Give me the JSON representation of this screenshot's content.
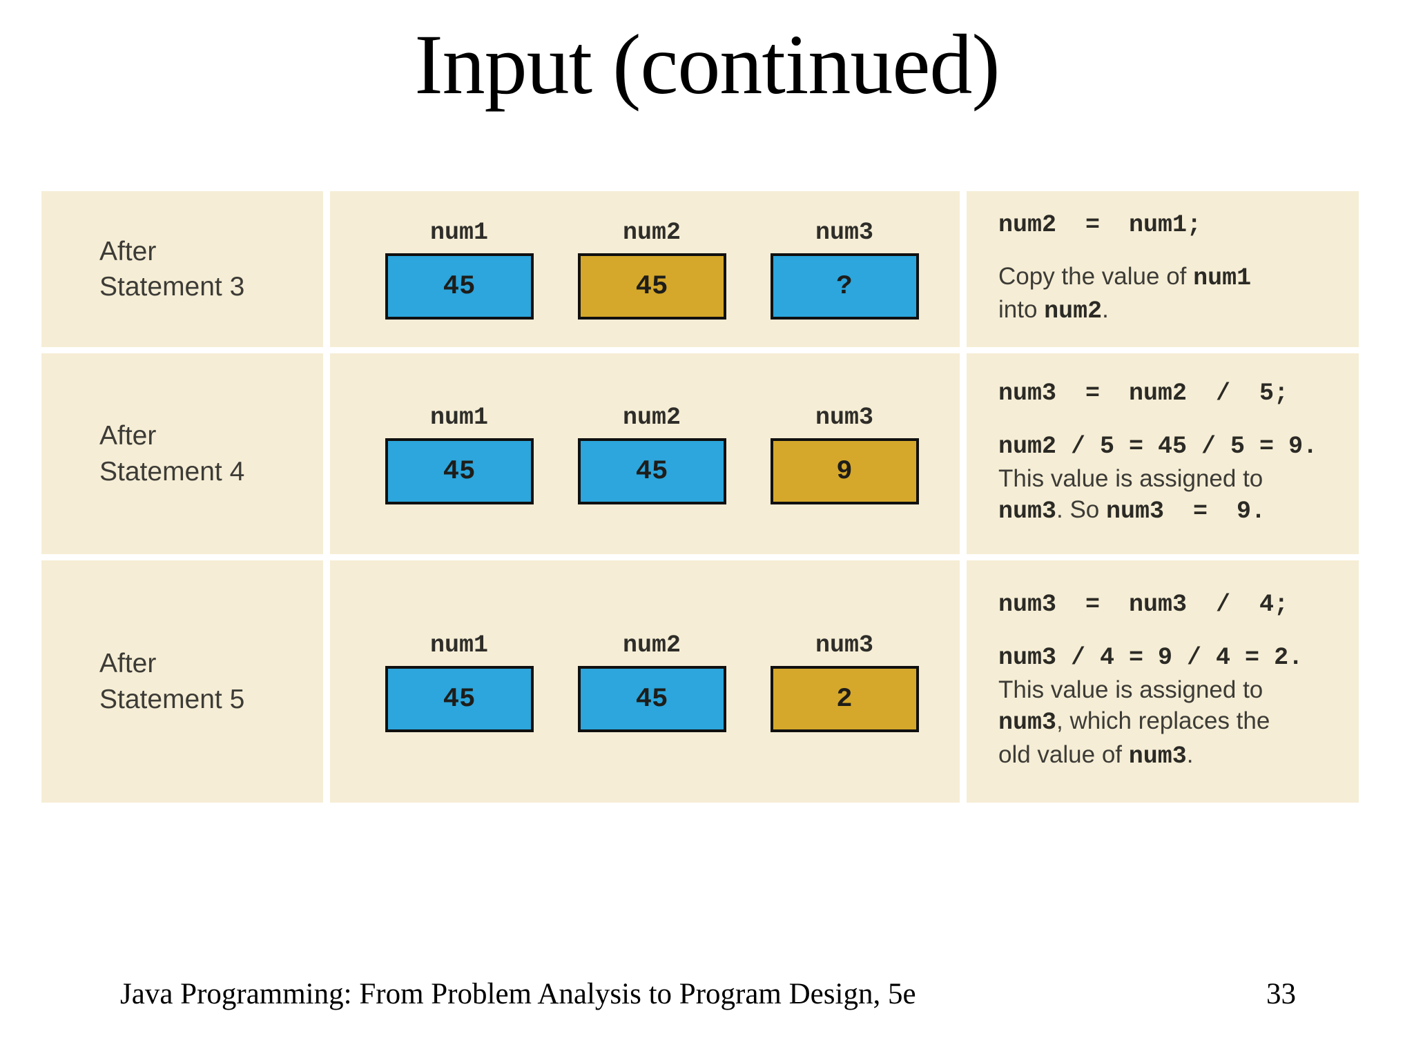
{
  "slide": {
    "title": "Input (continued)",
    "footer": {
      "left": "Java Programming: From Problem Analysis to Program Design, 5e",
      "page": "33"
    }
  },
  "palette": {
    "cell_bg": "#f5edd5",
    "box_blue": "#2ca6dc",
    "box_gold": "#d5a82b",
    "box_border": "#101010"
  },
  "table": {
    "rows": [
      {
        "label": {
          "line1": "After",
          "line2": "Statement 3"
        },
        "vars": [
          {
            "name": "num1",
            "value": "45",
            "fill": "#2ca6dc"
          },
          {
            "name": "num2",
            "value": "45",
            "fill": "#d5a82b"
          },
          {
            "name": "num3",
            "value": "?",
            "fill": "#2ca6dc"
          }
        ],
        "code": "num2  =  num1;",
        "expl": {
          "s1": "Copy the value of ",
          "s2": "num1",
          "s3": "into ",
          "s4": "num2",
          "s5": "."
        }
      },
      {
        "label": {
          "line1": "After",
          "line2": "Statement 4"
        },
        "vars": [
          {
            "name": "num1",
            "value": "45",
            "fill": "#2ca6dc"
          },
          {
            "name": "num2",
            "value": "45",
            "fill": "#2ca6dc"
          },
          {
            "name": "num3",
            "value": "9",
            "fill": "#d5a82b"
          }
        ],
        "code": "num3  =  num2  /  5;",
        "expl": {
          "l1": "num2 / 5 = 45 / 5 = 9.",
          "l2": "This value is assigned to",
          "l3a": "num3",
          "l3b": ". So ",
          "l3c": "num3  =  9."
        }
      },
      {
        "label": {
          "line1": "After",
          "line2": "Statement 5"
        },
        "vars": [
          {
            "name": "num1",
            "value": "45",
            "fill": "#2ca6dc"
          },
          {
            "name": "num2",
            "value": "45",
            "fill": "#2ca6dc"
          },
          {
            "name": "num3",
            "value": "2",
            "fill": "#d5a82b"
          }
        ],
        "code": "num3  =  num3  /  4;",
        "expl": {
          "l1": "num3 / 4 = 9 / 4 = 2.",
          "l2": "This value is assigned to",
          "l3a": "num3",
          "l3b": ", which replaces the",
          "l4a": "old value of ",
          "l4b": "num3",
          "l4c": "."
        }
      }
    ]
  }
}
